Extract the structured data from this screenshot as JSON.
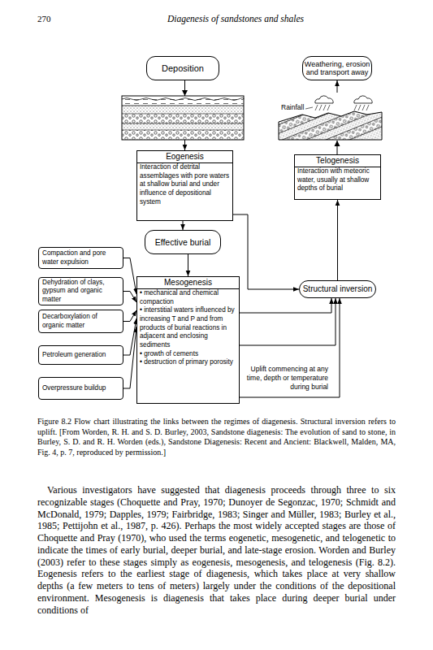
{
  "diagram": {
    "caption": "Figure 8.2 Flow chart illustrating the links between the regimes of diagenesis. Structural inversion refers to uplift. [From Worden, R. H. and S. D. Burley, 2003, Sandstone diagenesis: The evolution of sand to stone, in Burley, S. D. and R. H. Worden (eds.), Sandstone Diagenesis: Recent and Ancient: Blackwell, Malden, MA, Fig. 4, p. 7, reproduced by permission.]",
    "nodes": [
      {
        "text": [
          "Deposition"
        ]
      },
      {
        "text": [
          "Weathering, erosion and transport away"
        ]
      },
      {
        "text": [
          "Eogenesis",
          "Interaction of detrital assemblages with pore waters at shallow burial and under influence of depositional system"
        ]
      },
      {
        "text": [
          "Telogenesis",
          "Interaction with meteoric water, usually at shallow depths of burial"
        ]
      },
      {
        "text": [
          "Effective burial"
        ]
      },
      {
        "text": [
          "Compaction and pore water expulsion"
        ]
      },
      {
        "text": [
          "Dehydration of clays, gypsum and organic matter"
        ]
      },
      {
        "text": [
          "Mesogenesis",
          "• mechanical and chemical compaction",
          "• interstitial waters influenced by increasing T and P and from products of burial reactions in adjacent and enclosing sediments",
          "• growth of cements",
          "• destruction of primary porosity"
        ]
      },
      {
        "text": [
          "Structural inversion"
        ]
      },
      {
        "text": [
          "Decarboxylation of organic matter"
        ]
      },
      {
        "text": [
          "Petroleum generation"
        ]
      },
      {
        "text": [
          "Overpressure buildup"
        ]
      }
    ],
    "edges": [
      {
        "from": 0,
        "to": 2,
        "arrow": "to"
      },
      {
        "from": 2,
        "to": 4,
        "arrow": "to"
      },
      {
        "from": 2,
        "to": 8,
        "arrow": "to"
      },
      {
        "from": 4,
        "to": 7,
        "arrow": "to"
      },
      {
        "from": 5,
        "to": 7,
        "arrow": "to"
      },
      {
        "from": 6,
        "to": 7,
        "arrow": "to"
      },
      {
        "from": 9,
        "to": 7,
        "arrow": "to"
      },
      {
        "from": 10,
        "to": 7,
        "arrow": "to"
      },
      {
        "from": 11,
        "to": 7,
        "arrow": "to"
      },
      {
        "from": 7,
        "to": 8,
        "arrow": "to"
      },
      {
        "from": 7,
        "to": 8,
        "arrow": "to"
      },
      {
        "from": 7,
        "to": 8,
        "arrow": "to"
      },
      {
        "from": 8,
        "to": 3,
        "arrow": "to"
      },
      {
        "from": 3,
        "to": 1,
        "arrow": "to"
      }
    ],
    "labels": [
      "270",
      "Diagenesis of sandstones and shales",
      "Rainfall",
      "Uplift commencing at any time, depth or temperature during burial",
      "Various investigators have suggested that diagenesis proceeds through three to six recognizable stages (Choquette and Pray, 1970; Dunoyer de Segonzac, 1970; Schmidt and McDonald, 1979; Dapples, 1979; Fairbridge, 1983; Singer and Müller, 1983; Burley et al., 1985; Pettijohn et al., 1987, p. 426). Perhaps the most widely accepted stages are those of Choquette and Pray (1970), who used the terms eogenetic, mesogenetic, and telogenetic to indicate the times of early burial, deeper burial, and late-stage erosion. Worden and Burley (2003) refer to these stages simply as eogenesis, mesogenesis, and telogenesis (Fig. 8.2). Eogenesis refers to the earliest stage of diagenesis, which takes place at very shallow depths (a few meters to tens of meters) largely under the conditions of the depositional environment. Mesogenesis is diagenesis that takes place during deeper burial under conditions of"
    ]
  }
}
